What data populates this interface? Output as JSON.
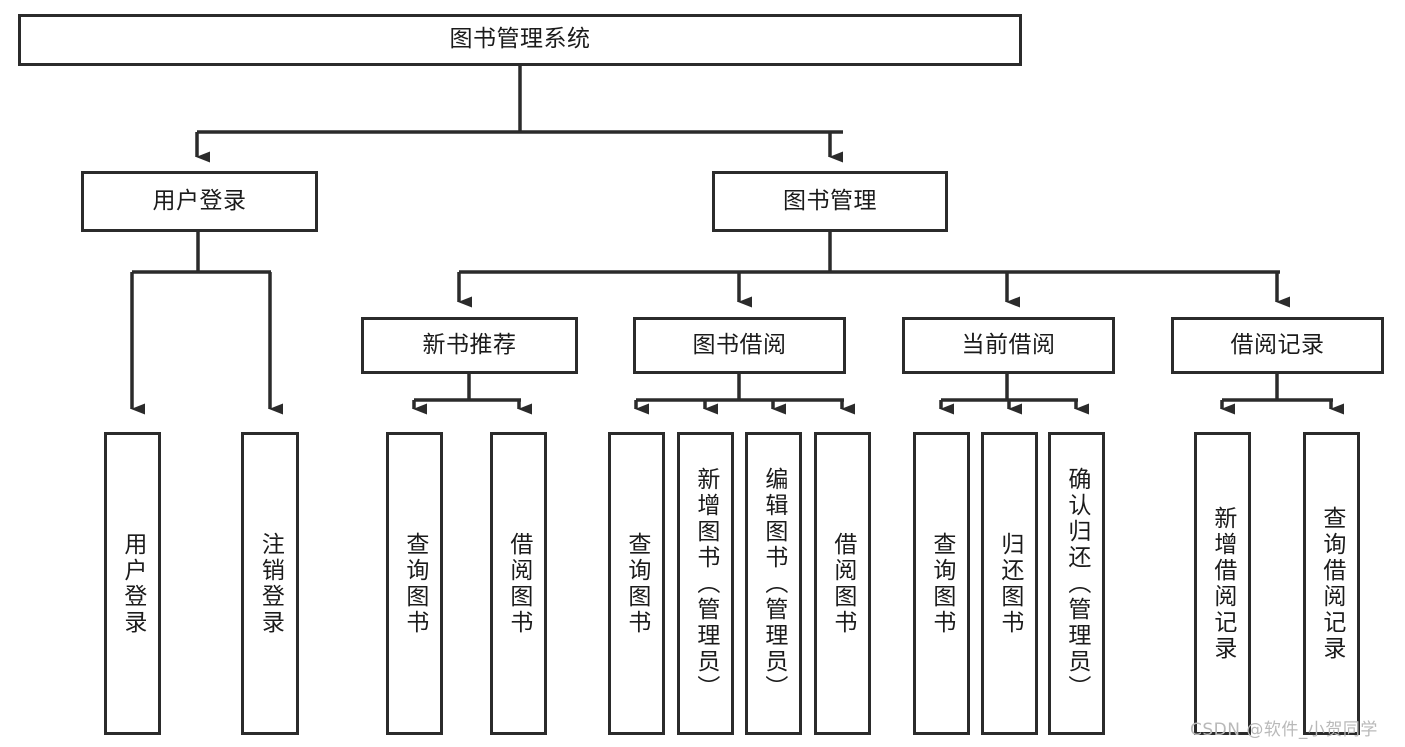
{
  "diagram": {
    "type": "tree-hierarchy-chart",
    "title": "图书管理系统",
    "root": {
      "id": "root",
      "label": "图书管理系统",
      "orientation": "horizontal"
    },
    "level2": [
      {
        "id": "user-login",
        "label": "用户登录",
        "orientation": "horizontal"
      },
      {
        "id": "book-manage",
        "label": "图书管理",
        "orientation": "horizontal"
      }
    ],
    "level3": [
      {
        "id": "new-book-recommend",
        "label": "新书推荐",
        "orientation": "horizontal"
      },
      {
        "id": "book-borrow",
        "label": "图书借阅",
        "orientation": "horizontal"
      },
      {
        "id": "current-borrow",
        "label": "当前借阅",
        "orientation": "horizontal"
      },
      {
        "id": "borrow-record",
        "label": "借阅记录",
        "orientation": "horizontal"
      }
    ],
    "leaves": [
      {
        "id": "leaf-user-login",
        "label": "用户登录",
        "parent": "user-login",
        "orientation": "vertical"
      },
      {
        "id": "leaf-user-logout",
        "label": "注销登录",
        "parent": "user-login",
        "orientation": "vertical"
      },
      {
        "id": "leaf-query-book-1",
        "label": "查询图书",
        "parent": "new-book-recommend",
        "orientation": "vertical"
      },
      {
        "id": "leaf-borrow-book-1",
        "label": "借阅图书",
        "parent": "new-book-recommend",
        "orientation": "vertical"
      },
      {
        "id": "leaf-query-book-2",
        "label": "查询图书",
        "parent": "book-borrow",
        "orientation": "vertical"
      },
      {
        "id": "leaf-add-book",
        "label": "新增图书（管理员）",
        "parent": "book-borrow",
        "orientation": "vertical"
      },
      {
        "id": "leaf-edit-book",
        "label": "编辑图书（管理员）",
        "parent": "book-borrow",
        "orientation": "vertical"
      },
      {
        "id": "leaf-borrow-book-2",
        "label": "借阅图书",
        "parent": "book-borrow",
        "orientation": "vertical"
      },
      {
        "id": "leaf-query-book-3",
        "label": "查询图书",
        "parent": "current-borrow",
        "orientation": "vertical"
      },
      {
        "id": "leaf-return-book",
        "label": "归还图书",
        "parent": "current-borrow",
        "orientation": "vertical"
      },
      {
        "id": "leaf-confirm-return",
        "label": "确认归还（管理员）",
        "parent": "current-borrow",
        "orientation": "vertical"
      },
      {
        "id": "leaf-add-record",
        "label": "新增借阅记录",
        "parent": "borrow-record",
        "orientation": "vertical"
      },
      {
        "id": "leaf-query-record",
        "label": "查询借阅记录",
        "parent": "borrow-record",
        "orientation": "vertical"
      }
    ],
    "colors": {
      "stroke": "#2b2b2b",
      "fill": "#ffffff",
      "text": "#1b1b1b",
      "watermark": "#b9b9b9"
    }
  },
  "watermark": {
    "text": "CSDN @软件_小贺同学"
  }
}
